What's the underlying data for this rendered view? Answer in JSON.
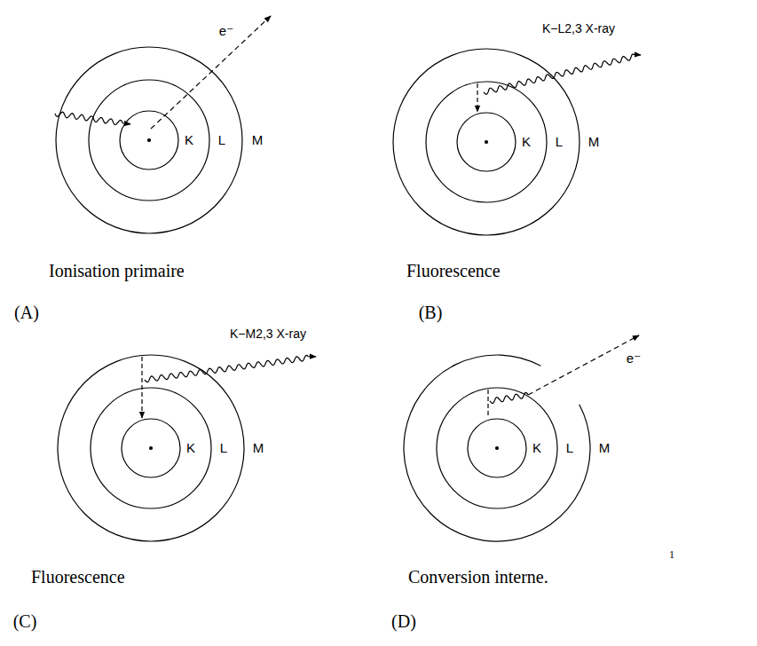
{
  "diagram": {
    "labels": [
      "e⁻",
      "K",
      "L",
      "M",
      "Ionisation primaire",
      "(A)",
      "K−L2,3 X-ray",
      "K",
      "L",
      "M",
      "Fluorescence",
      "(B)",
      "K−M2,3 X-ray",
      "K",
      "L",
      "M",
      "Fluorescence",
      "(C)",
      "e⁻",
      "K",
      "L",
      "M",
      "Conversion interne.",
      "(D)",
      "1"
    ]
  }
}
